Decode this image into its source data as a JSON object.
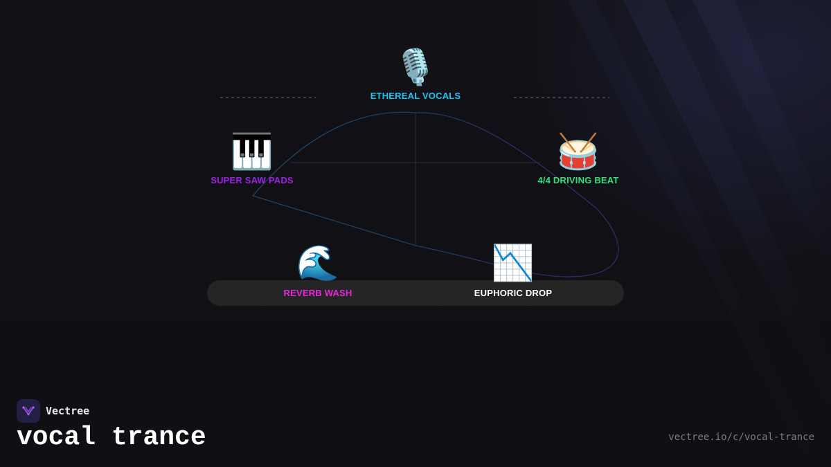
{
  "nodes": {
    "vocals": {
      "emoji": "🎙️",
      "label": "ETHEREAL VOCALS",
      "color": "#22c5f0",
      "icon": "microphone-icon"
    },
    "pads": {
      "emoji": "🎹",
      "label": "SUPER SAW PADS",
      "color": "#9b22e6",
      "icon": "piano-keys-icon"
    },
    "beat": {
      "emoji": "🥁",
      "label": "4/4 DRIVING BEAT",
      "color": "#2ee07a",
      "icon": "drum-icon"
    },
    "reverb": {
      "emoji": "🌊",
      "label": "REVERB WASH",
      "color": "#e62ad9",
      "icon": "wave-icon"
    },
    "drop": {
      "emoji": "📉",
      "label": "EUPHORIC DROP",
      "color": "#ffffff",
      "icon": "chart-decreasing-icon"
    }
  },
  "brand": {
    "name": "Vectree",
    "logo_icon": "vectree-logo-icon",
    "logo_color": "#231f44"
  },
  "title": "vocal trance",
  "url": "vectree.io/c/vocal-trance"
}
